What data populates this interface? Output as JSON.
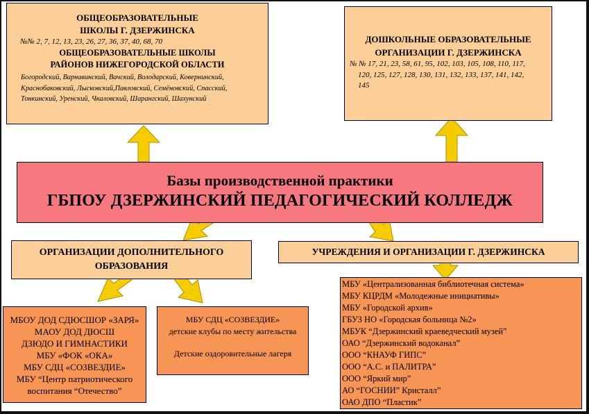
{
  "schools": {
    "title_line1": "ОБЩЕОБРАЗОВАТЕЛЬНЫЕ",
    "title_line2": "ШКОЛЫ Г. ДЗЕРЖИНСКА",
    "numbers": "№№  2, 7, 12, 13, 23, 26, 27, 36, 37, 40, 68, 70",
    "region_line1": "ОБЩЕОБРАЗОВАТЕЛЬНЫЕ ШКОЛЫ",
    "region_line2": "РАЙОНОВ НИЖЕГОРОДСКОЙ ОБЛАСТИ",
    "region_list_line1": "Богородский, Варнавинский, Вачский, Володарский, Ковернинский,",
    "region_list_line2": "Краснобаковский, Лысковский,Павловский, Семёновский, Спасский,",
    "region_list_line3": "Тонкинский, Уренский, Чкаловский, Шарангский, Шахунский"
  },
  "preschool": {
    "title_line1": "ДОШКОЛЬНЫЕ ОБРАЗОВАТЕЛЬНЫЕ",
    "title_line2": "ОРГАНИЗАЦИИ Г. ДЗЕРЖИНСКА",
    "numbers_line1": "№ № 17, 21, 23, 58, 61, 95, 102, 103, 105, 108, 110, 117,",
    "numbers_line2": "120, 125, 127, 128, 130, 131, 132, 133, 137, 141, 142,",
    "numbers_line3": "145"
  },
  "center": {
    "title_line1": "Базы производственной практики",
    "title_line2": "ГБПОУ ДЗЕРЖИНСКИЙ   ПЕДАГОГИЧЕСКИЙ  КОЛЛЕДЖ"
  },
  "extra_ed": {
    "title_line1": "ОРГАНИЗАЦИИ ДОПОЛНИТЕЛЬНОГО",
    "title_line2": "ОБРАЗОВАНИЯ"
  },
  "institutions": {
    "title": "УЧРЕЖДЕНИЯ  И  ОРГАНИЗАЦИИ  Г. ДЗЕРЖИНСКА"
  },
  "sport": {
    "lines": [
      "МБОУ ДОД СДЮСШОР «ЗАРЯ»",
      "МАОУ ДОД ДЮСШ",
      "ДЗЮДО И ГИМНАСТИКИ",
      "МБУ «ФОК «ОКА»",
      "МБУ СДЦ «СОЗВЕЗДИЕ»",
      "МБУ “Центр патриотического",
      "воспитания “Отечество”"
    ]
  },
  "sdc": {
    "line1": "МБУ СДЦ «СОЗВЕЗДИЕ»",
    "line2": "детские клубы по месту жительства",
    "line3": "Детские оздоровительные лагеря"
  },
  "orgs": {
    "lines": [
      "МБУ «Централизованная библиотечная система»",
      "МБУ КЦРДМ «Молодежные инициативы»",
      "МБУ «Городской архив»",
      "ГБУЗ НО «Городская больница №2»",
      "МБУК “Дзержинский краеведческий музей”",
      "ОАО “Дзержинский водоканал”",
      "ООО “КНАУФ ГИПС”",
      "ООО “А.С. и ПАЛИТРА”",
      "ООО “Яркий мир”",
      "АО “ГОСНИИ” Кристалл”",
      "ОАО ДПО “Пластик”"
    ]
  },
  "colors": {
    "peach": "#fccf98",
    "center": "#f7797f",
    "orange": "#f69555",
    "arrow_fill": "#f5cc00",
    "arrow_stroke": "#b08c00"
  }
}
